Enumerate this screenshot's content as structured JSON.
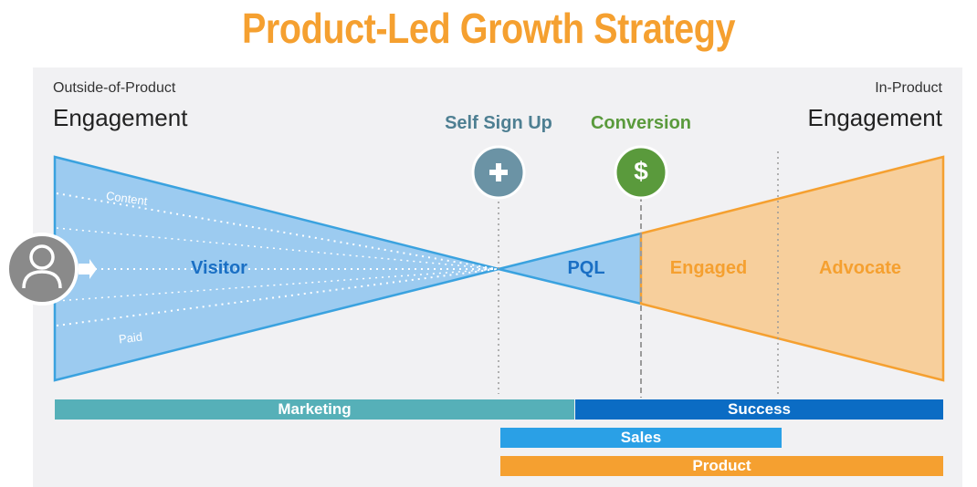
{
  "title": "Product-Led Growth Strategy",
  "left_header": {
    "small": "Outside-of-Product",
    "big": "Engagement"
  },
  "right_header": {
    "small": "In-Product",
    "big": "Engagement"
  },
  "milestones": {
    "signup": {
      "label": "Self Sign Up",
      "icon": "plus-icon",
      "color": "#4e7f92"
    },
    "conversion": {
      "label": "Conversion",
      "icon": "dollar-icon",
      "symbol": "$",
      "color": "#5a9a3c"
    }
  },
  "stages": {
    "visitor": "Visitor",
    "pql": "PQL",
    "engaged": "Engaged",
    "advocate": "Advocate"
  },
  "streams": {
    "content": "Content",
    "paid": "Paid"
  },
  "teams": {
    "marketing": "Marketing",
    "success": "Success",
    "sales": "Sales",
    "product": "Product"
  },
  "colors": {
    "title": "#f5a030",
    "funnel_blue": "#9ccbf0",
    "funnel_orange": "#f7cf9c",
    "marketing": "#56b0b8",
    "success": "#0b6cc4",
    "sales": "#2aa0e6",
    "product": "#f5a030"
  }
}
